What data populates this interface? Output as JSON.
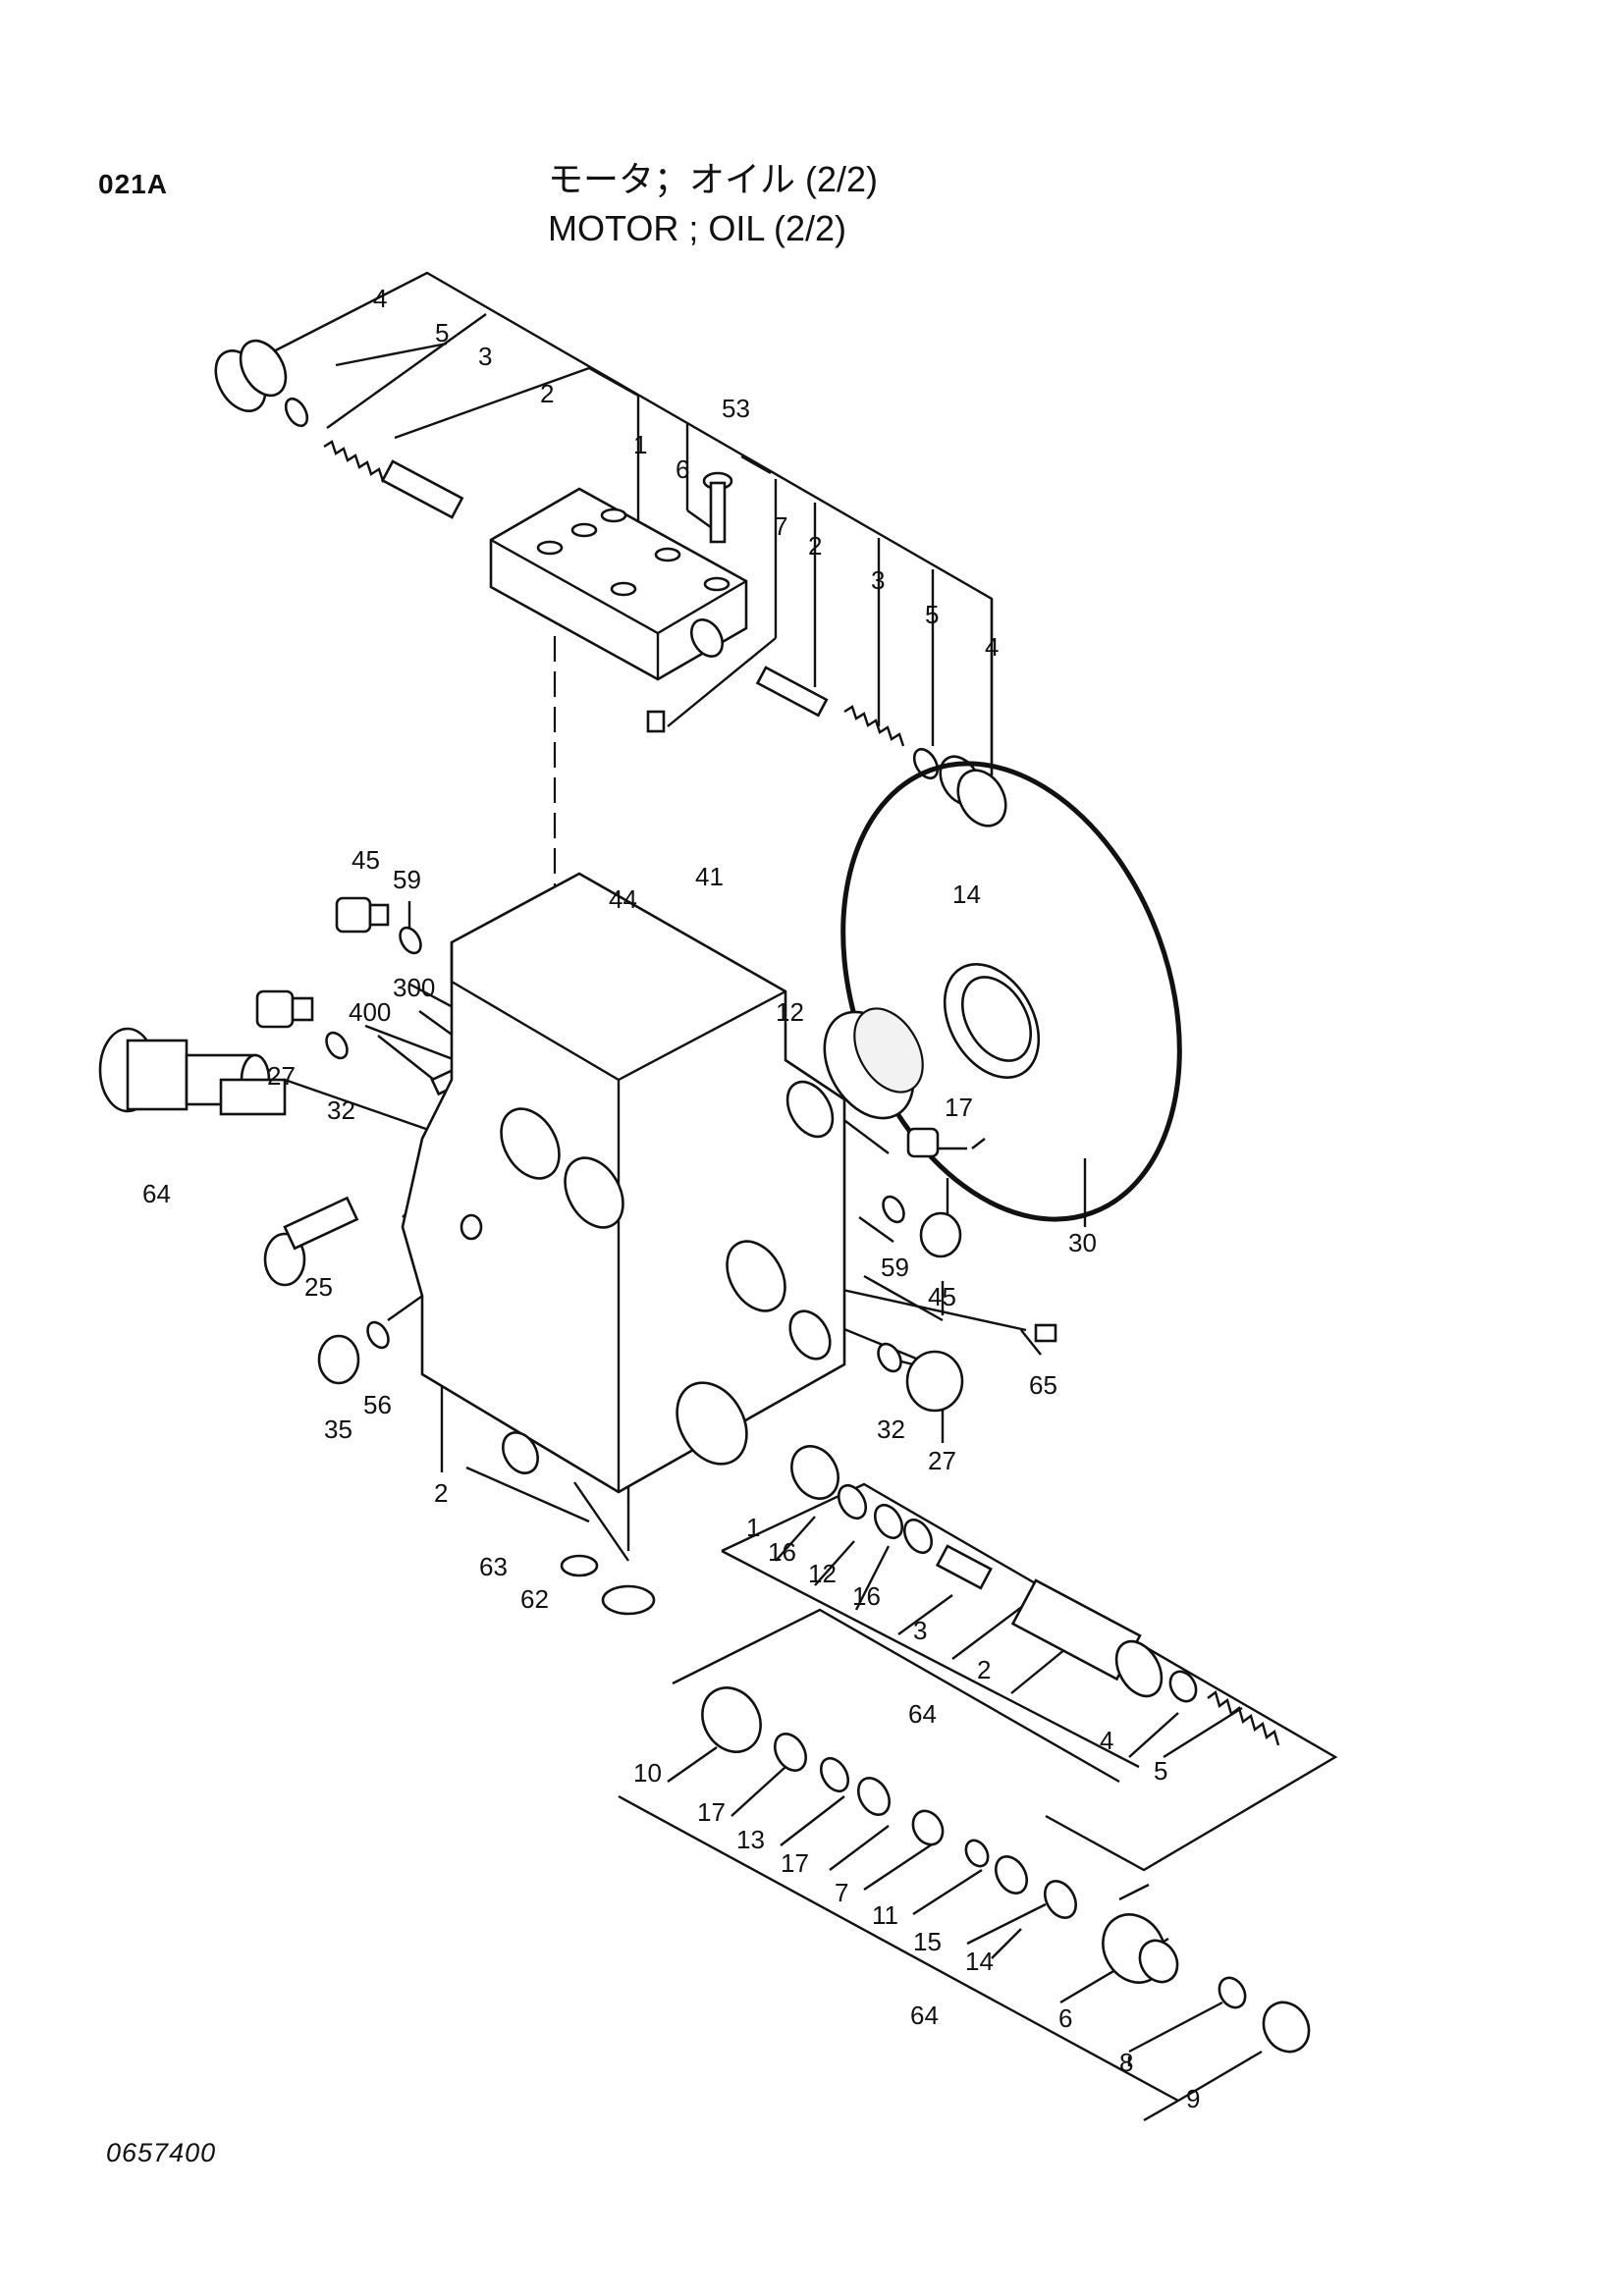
{
  "header": {
    "page_code": "021A",
    "title_jp": "モータ；オイル (2/2)",
    "title_en": "MOTOR ; OIL (2/2)"
  },
  "footer": {
    "drawing_number": "0657400"
  },
  "callouts": [
    "4",
    "5",
    "3",
    "2",
    "1",
    "53",
    "6",
    "7",
    "2",
    "3",
    "5",
    "4",
    "45",
    "59",
    "44",
    "41",
    "14",
    "300",
    "400",
    "12",
    "27",
    "32",
    "64",
    "17",
    "25",
    "59",
    "45",
    "30",
    "65",
    "35",
    "56",
    "32",
    "27",
    "2",
    "1",
    "16",
    "12",
    "63",
    "62",
    "16",
    "3",
    "2",
    "64",
    "4",
    "5",
    "10",
    "17",
    "13",
    "17",
    "7",
    "11",
    "15",
    "14",
    "64",
    "6",
    "8",
    "9"
  ]
}
